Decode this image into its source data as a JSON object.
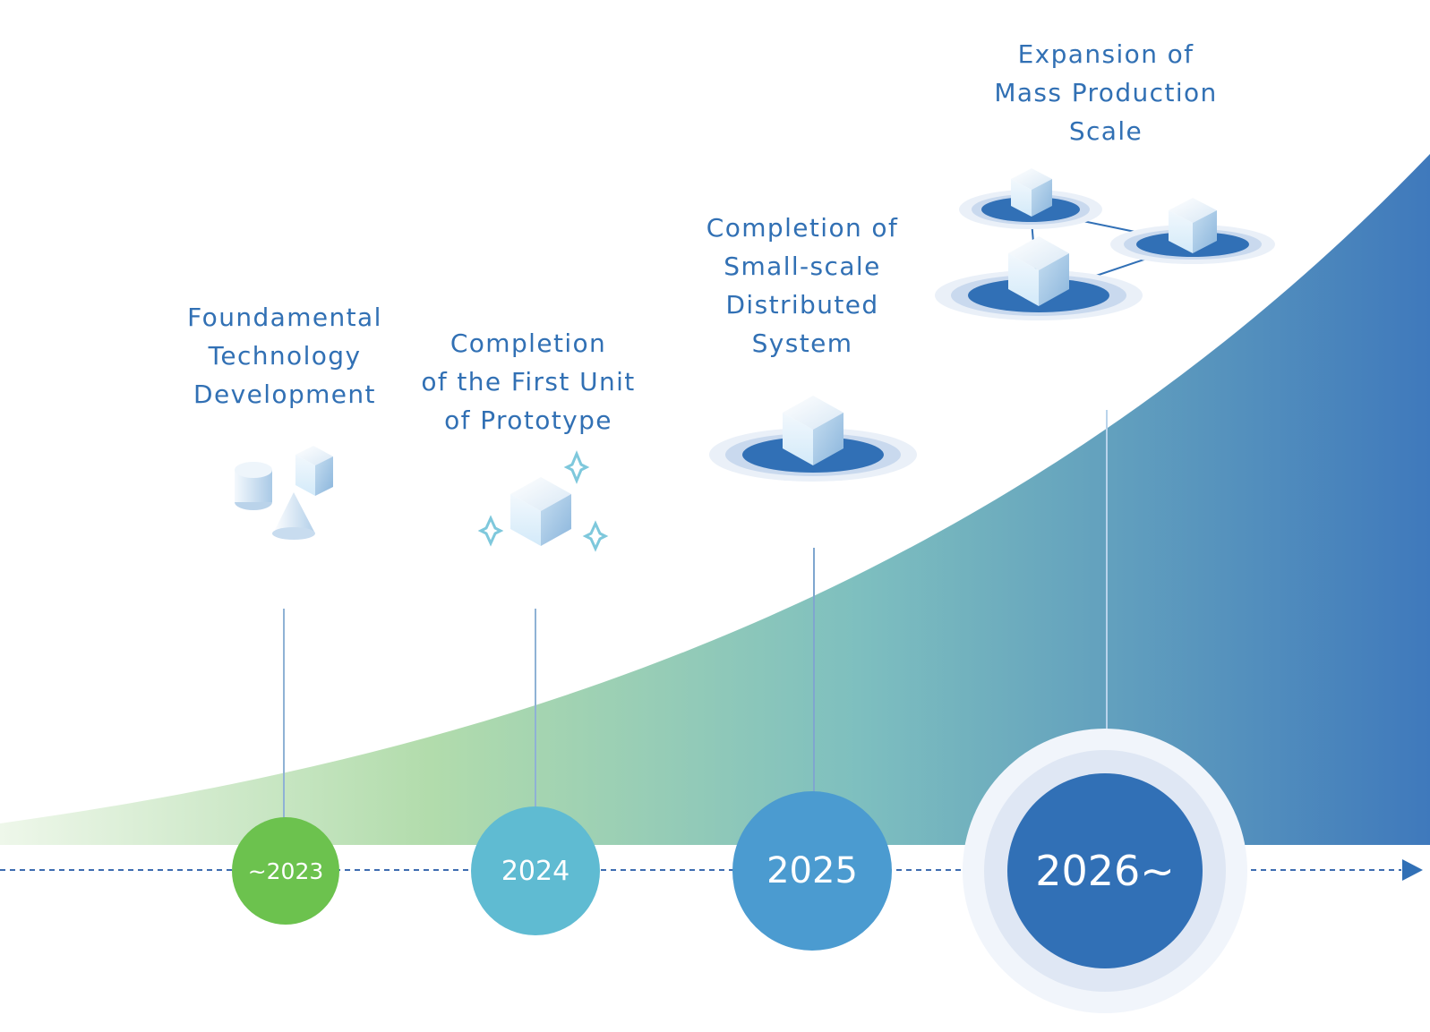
{
  "colors": {
    "text": "#3170b4",
    "timeline_line": "#3d6cb0",
    "curve_start": "#eaf5e3",
    "curve_mid": "#9ad1a7",
    "curve_end": "#3f79bc",
    "year_2023": "#6cc24e",
    "year_2024": "#5fbbd2",
    "year_2025": "#4b9bd0",
    "year_2026": "#3170b6",
    "cube_light": "#ffffff",
    "cube_blue": "#bcdcf1",
    "platform": "#3170b6",
    "sparkle": "#7ec8dc"
  },
  "milestones": [
    {
      "year": "~2023",
      "lines": [
        "Foundamental",
        "Technology",
        "Development"
      ],
      "icon": "shapes-icon"
    },
    {
      "year": "2024",
      "lines": [
        "Completion",
        "of the First Unit",
        "of Prototype"
      ],
      "icon": "sparkling-cube-icon"
    },
    {
      "year": "2025",
      "lines": [
        "Completion of",
        "Small-scale",
        "Distributed",
        "System"
      ],
      "icon": "cube-platform-icon"
    },
    {
      "year": "2026~",
      "lines": [
        "Expansion of",
        "Mass Production",
        "Scale"
      ],
      "icon": "connected-cubes-icon"
    }
  ]
}
